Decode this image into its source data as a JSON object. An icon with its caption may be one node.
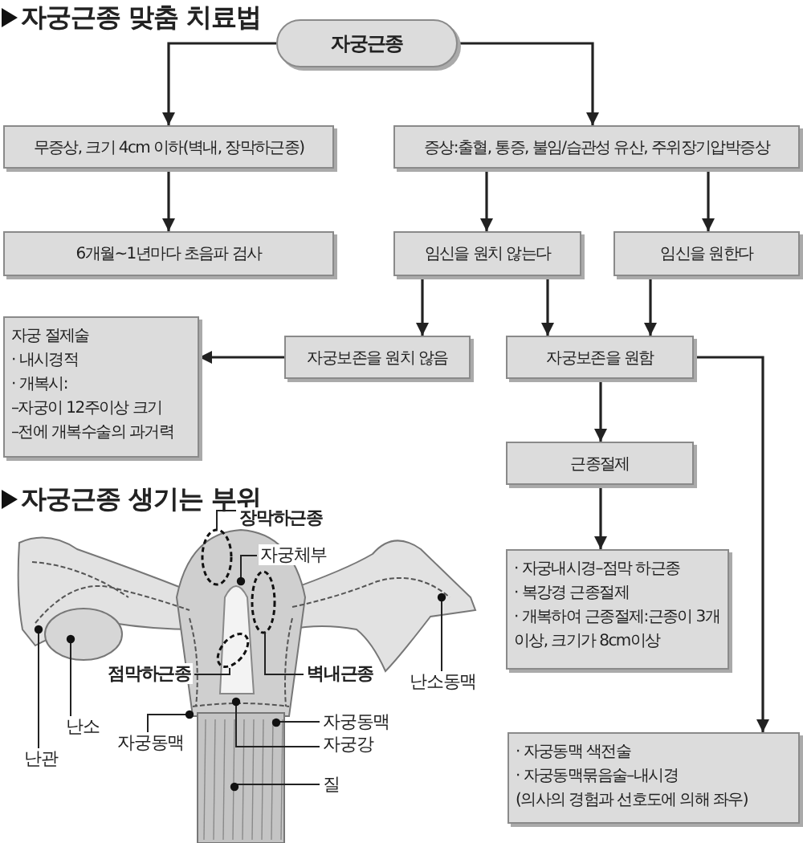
{
  "diagram": {
    "title": "자궁근종 맞춤 치료법",
    "nodes": [
      {
        "text": [
          "자궁근종"
        ]
      },
      {
        "text": [
          "무증상, 크기 4cm 이하(벽내, 장막하근종)"
        ]
      },
      {
        "text": [
          "증상:출혈, 통증, 불임/습관성 유산, 주위장기압박증상"
        ]
      },
      {
        "text": [
          "6개월~1년마다 초음파 검사"
        ]
      },
      {
        "text": [
          "임신을 원치 않는다"
        ]
      },
      {
        "text": [
          "임신을 원한다"
        ]
      },
      {
        "text": [
          "자궁 절제술",
          "· 내시경적",
          "· 개복시:",
          "–자궁이 12주이상 크기",
          "–전에 개복수술의 과거력"
        ]
      },
      {
        "text": [
          "자궁보존을 원치 않음"
        ]
      },
      {
        "text": [
          "자궁보존을 원함"
        ]
      },
      {
        "text": [
          "근종절제"
        ]
      },
      {
        "text": [
          "· 자궁내시경–점막 하근종",
          "· 복강경 근종절제",
          "· 개복하여 근종절제:근종이 3개 이상, 크기가 8cm이상"
        ]
      },
      {
        "text": [
          "· 자궁동맥 색전술",
          "· 자궁동맥묶음술–내시경",
          "(의사의 경험과 선호도에 의해 좌우)"
        ]
      },
      {
        "text": [
          "장막하근종"
        ]
      },
      {
        "text": [
          "자궁체부"
        ]
      },
      {
        "text": [
          "점막하근종"
        ]
      },
      {
        "text": [
          "벽내근종"
        ]
      },
      {
        "text": [
          "난소동맥"
        ]
      },
      {
        "text": [
          "자궁동맥"
        ]
      },
      {
        "text": [
          "난소"
        ]
      },
      {
        "text": [
          "자궁동맥"
        ]
      },
      {
        "text": [
          "자궁강"
        ]
      },
      {
        "text": [
          "난관"
        ]
      },
      {
        "text": [
          "질"
        ]
      }
    ],
    "edges": [
      {
        "from": 0,
        "to": 1,
        "arrow": "to"
      },
      {
        "from": 0,
        "to": 2,
        "arrow": "to"
      },
      {
        "from": 1,
        "to": 3,
        "arrow": "to"
      },
      {
        "from": 2,
        "to": 4,
        "arrow": "to"
      },
      {
        "from": 2,
        "to": 5,
        "arrow": "to"
      },
      {
        "from": 4,
        "to": 7,
        "arrow": "to"
      },
      {
        "from": 4,
        "to": 8,
        "arrow": "to"
      },
      {
        "from": 5,
        "to": 8,
        "arrow": "to"
      },
      {
        "from": 7,
        "to": 6,
        "arrow": "to"
      },
      {
        "from": 8,
        "to": 9,
        "arrow": "to"
      },
      {
        "from": 9,
        "to": 10,
        "arrow": "to"
      },
      {
        "from": 8,
        "to": 11,
        "arrow": "to"
      },
      {
        "from": 12,
        "to": null,
        "arrow": "none"
      },
      {
        "from": 13,
        "to": null,
        "arrow": "other"
      },
      {
        "from": 14,
        "to": null,
        "arrow": "none"
      },
      {
        "from": 15,
        "to": null,
        "arrow": "none"
      },
      {
        "from": 16,
        "to": null,
        "arrow": "other"
      },
      {
        "from": 17,
        "to": null,
        "arrow": "other"
      },
      {
        "from": 18,
        "to": null,
        "arrow": "other"
      },
      {
        "from": 19,
        "to": null,
        "arrow": "other"
      },
      {
        "from": 20,
        "to": null,
        "arrow": "other"
      },
      {
        "from": 21,
        "to": null,
        "arrow": "other"
      },
      {
        "from": 22,
        "to": null,
        "arrow": "other"
      }
    ],
    "labels": [
      "자궁근종 생기는 부위"
    ]
  }
}
